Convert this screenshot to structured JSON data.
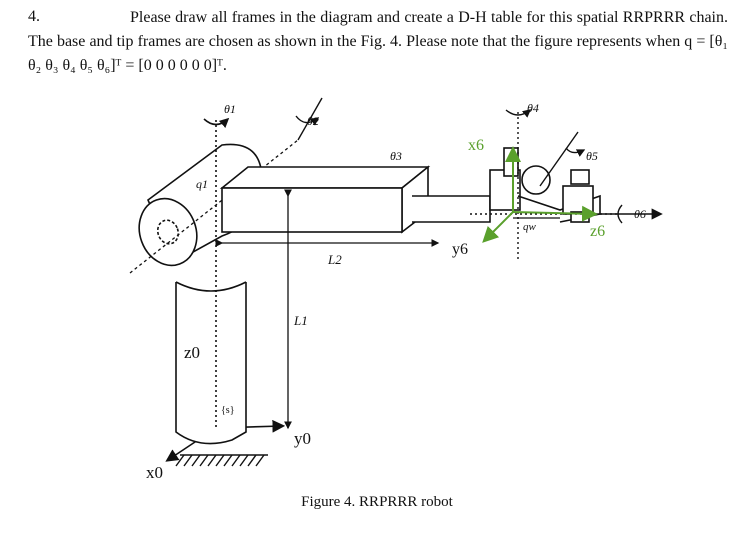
{
  "problem": {
    "number": "4.",
    "text": "Please draw all frames in the diagram and create a D-H table for this spatial RRPRRR chain. The base and tip frames are chosen as shown in the Fig. 4. Please note that the figure represents when q = [θ₁ θ₂ θ₃ θ₄ θ₅ θ₆]ᵀ = [0 0 0 0 0 0]ᵀ."
  },
  "figure": {
    "caption": "Figure 4. RRPRRR robot",
    "labels": {
      "theta1": "θ1",
      "theta2": "θ2",
      "theta3": "θ3",
      "theta4": "θ4",
      "theta5": "θ5",
      "theta6": "θ6",
      "q1": "q1",
      "qw": "qw",
      "L1": "L1",
      "L2": "L2",
      "z0": "z0",
      "x0": "x0",
      "y0": "y0",
      "x6": "x6",
      "y6": "y6",
      "z6": "z6",
      "s_frame": "{s}"
    },
    "colors": {
      "ink": "#111111",
      "tool_frame": "#5aa02c",
      "background": "#ffffff"
    }
  }
}
